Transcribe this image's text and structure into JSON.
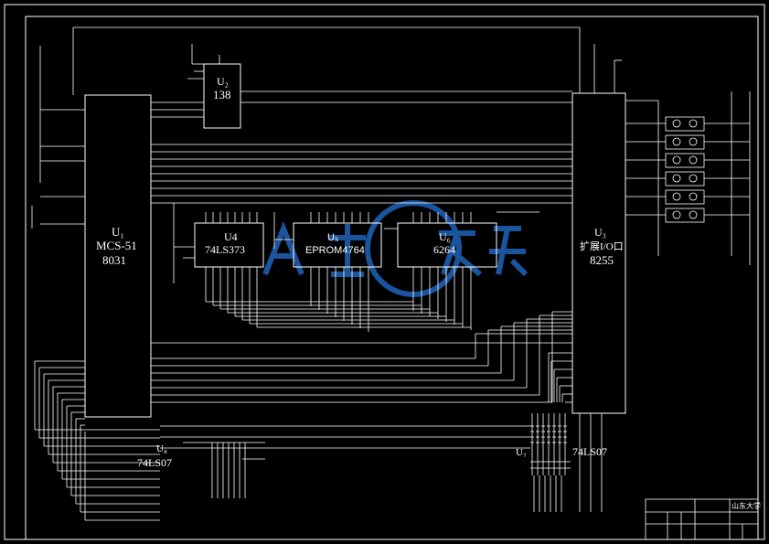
{
  "colors": {
    "background": "#000000",
    "line": "#ffffff",
    "watermark": "#1e63b8"
  },
  "chips": {
    "u1": {
      "ref": "U₁",
      "part": "MCS-51",
      "model": "8031"
    },
    "u2": {
      "ref": "U₂",
      "part": "138"
    },
    "u3": {
      "ref": "U₃",
      "part": "扩展I/O口",
      "model": "8255"
    },
    "u4": {
      "ref": "U4",
      "part": "74LS373"
    },
    "u5": {
      "ref": "U₅",
      "part": "EPROM4764"
    },
    "u6": {
      "ref": "U₆",
      "part": "6264"
    },
    "u7": {
      "ref": "U₇",
      "part": "74LS07"
    },
    "u8": {
      "ref": "U₈",
      "part": "74LS07"
    }
  },
  "title_block": {
    "school": "山东大学"
  }
}
